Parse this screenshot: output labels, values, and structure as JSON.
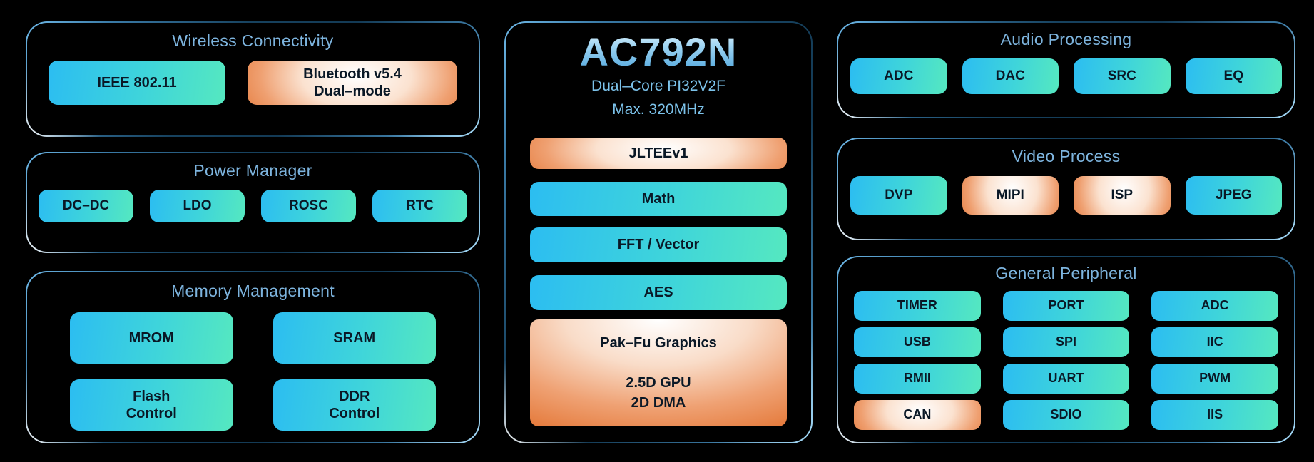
{
  "canvas": {
    "background": "#000000"
  },
  "colors": {
    "cyan_start": "#2CBDF1",
    "cyan_end": "#55E8C0",
    "orange": "#E57C3E",
    "group_title": "#7DB4DE",
    "border_light": "#6FB9E8",
    "border_dark": "#17425F",
    "block_text": "#0A1826"
  },
  "left": {
    "wireless": {
      "title": "Wireless Connectivity",
      "blocks": [
        {
          "label": "IEEE 802.11",
          "style": "cyan"
        },
        {
          "label": "Bluetooth v5.4\nDual–mode",
          "style": "orange"
        }
      ]
    },
    "power": {
      "title": "Power Manager",
      "blocks": [
        {
          "label": "DC–DC",
          "style": "cyan"
        },
        {
          "label": "LDO",
          "style": "cyan"
        },
        {
          "label": "ROSC",
          "style": "cyan"
        },
        {
          "label": "RTC",
          "style": "cyan"
        }
      ]
    },
    "memory": {
      "title": "Memory Management",
      "blocks": [
        {
          "label": "MROM",
          "style": "cyan"
        },
        {
          "label": "SRAM",
          "style": "cyan"
        },
        {
          "label": "Flash\nControl",
          "style": "cyan"
        },
        {
          "label": "DDR\nControl",
          "style": "cyan"
        }
      ]
    }
  },
  "chip": {
    "name": "AC792N",
    "core": "Dual–Core PI32V2F",
    "clock": "Max. 320MHz",
    "blocks": [
      {
        "label": "JLTEEv1",
        "style": "orange"
      },
      {
        "label": "Math",
        "style": "cyan"
      },
      {
        "label": "FFT / Vector",
        "style": "cyan"
      },
      {
        "label": "AES",
        "style": "cyan"
      },
      {
        "label": "Pak–Fu Graphics\n\n2.5D GPU\n2D DMA",
        "style": "orange"
      }
    ]
  },
  "right": {
    "audio": {
      "title": "Audio Processing",
      "blocks": [
        {
          "label": "ADC",
          "style": "cyan"
        },
        {
          "label": "DAC",
          "style": "cyan"
        },
        {
          "label": "SRC",
          "style": "cyan"
        },
        {
          "label": "EQ",
          "style": "cyan"
        }
      ]
    },
    "video": {
      "title": "Video Process",
      "blocks": [
        {
          "label": "DVP",
          "style": "cyan"
        },
        {
          "label": "MIPI",
          "style": "orange"
        },
        {
          "label": "ISP",
          "style": "orange"
        },
        {
          "label": "JPEG",
          "style": "cyan"
        }
      ]
    },
    "peripheral": {
      "title": "General Peripheral",
      "blocks": [
        {
          "label": "TIMER",
          "style": "cyan"
        },
        {
          "label": "PORT",
          "style": "cyan"
        },
        {
          "label": "ADC",
          "style": "cyan"
        },
        {
          "label": "USB",
          "style": "cyan"
        },
        {
          "label": "SPI",
          "style": "cyan"
        },
        {
          "label": "IIC",
          "style": "cyan"
        },
        {
          "label": "RMII",
          "style": "cyan"
        },
        {
          "label": "UART",
          "style": "cyan"
        },
        {
          "label": "PWM",
          "style": "cyan"
        },
        {
          "label": "CAN",
          "style": "orange"
        },
        {
          "label": "SDIO",
          "style": "cyan"
        },
        {
          "label": "IIS",
          "style": "cyan"
        }
      ]
    }
  }
}
